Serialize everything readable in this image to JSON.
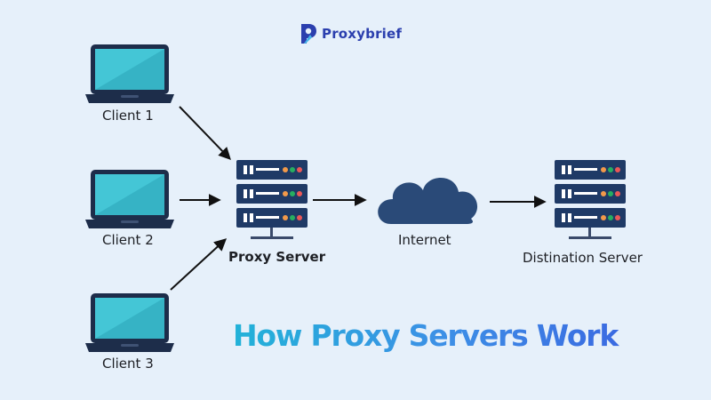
{
  "brand": {
    "name": "Proxybrief",
    "logo_icon": "proxybrief-logo-icon",
    "color": "#2b3fae"
  },
  "nodes": {
    "client_1": "Client 1",
    "client_2": "Client 2",
    "client_3": "Client 3",
    "proxy_server": "Proxy Server",
    "internet": "Internet",
    "destination_server": "Distination Server"
  },
  "headline": "How Proxy Servers Work",
  "colors": {
    "background": "#e6f0fa",
    "device_dark": "#1d2d4a",
    "screen": "#44c6d6",
    "server_body": "#1f3a66",
    "cloud": "#2a4a78",
    "led_orange": "#f2994a",
    "led_green": "#27ae60",
    "led_red": "#eb5757",
    "headline_gradient": [
      "#22b2d8",
      "#3a62e0"
    ]
  },
  "icons": [
    "laptop-icon",
    "server-rack-icon",
    "cloud-icon",
    "arrow-icon"
  ]
}
